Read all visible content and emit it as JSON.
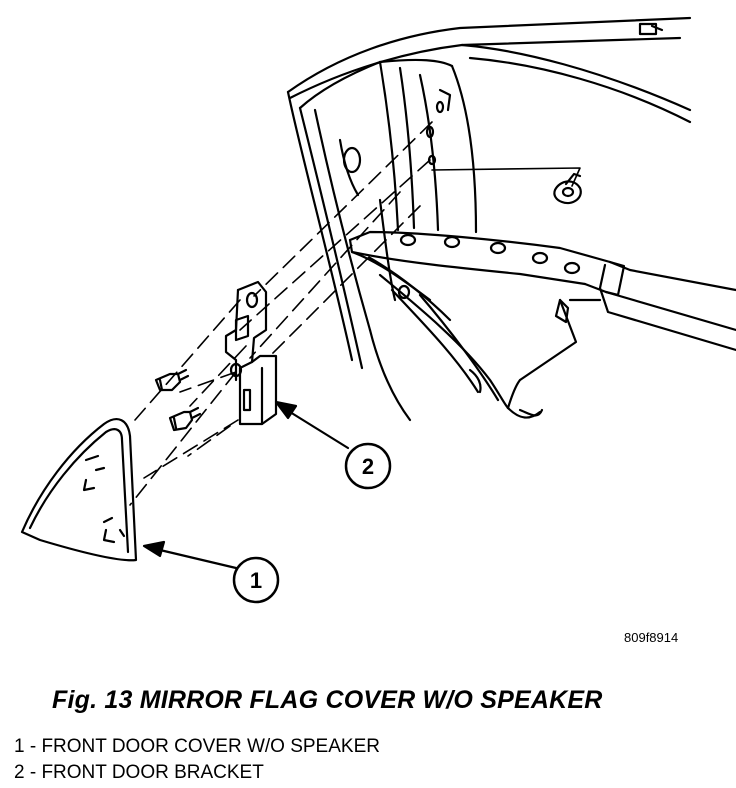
{
  "figure": {
    "code": "809f8914",
    "caption": "Fig. 13 MIRROR FLAG COVER W/O SPEAKER",
    "callouts": [
      {
        "number": "1"
      },
      {
        "number": "2"
      }
    ],
    "legend": [
      {
        "text": "1 - FRONT DOOR COVER W/O SPEAKER"
      },
      {
        "text": "2 - FRONT DOOR BRACKET"
      }
    ]
  }
}
